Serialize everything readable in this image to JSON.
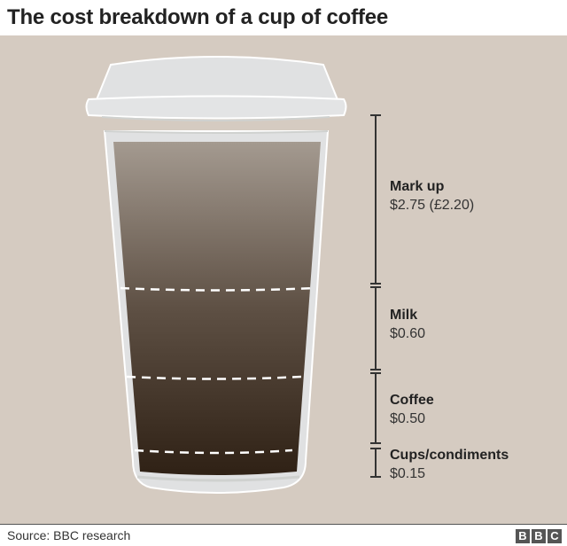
{
  "title": "The cost breakdown of a cup of coffee",
  "footer": {
    "source": "Source: BBC research",
    "logo": [
      "B",
      "B",
      "C"
    ]
  },
  "segments": [
    {
      "name": "Mark up",
      "value": "$2.75 (£2.20)"
    },
    {
      "name": "Milk",
      "value": "$0.60"
    },
    {
      "name": "Coffee",
      "value": "$0.50"
    },
    {
      "name": "Cups/condiments",
      "value": "$0.15"
    }
  ],
  "colors": {
    "background": "#d5cbc1",
    "lid": "#e0e1e2",
    "coffee_top": "#a49a90",
    "coffee_bottom": "#2f2115",
    "bracket": "#333333"
  },
  "chart_data": {
    "type": "bar",
    "title": "The cost breakdown of a cup of coffee",
    "stacked": true,
    "categories": [
      "Mark up",
      "Milk",
      "Coffee",
      "Cups/condiments"
    ],
    "values": [
      2.75,
      0.6,
      0.5,
      0.15
    ],
    "units": "USD",
    "annotations": [
      "Mark up $2.75 (£2.20)",
      "Milk $0.60",
      "Coffee $0.50",
      "Cups/condiments $0.15"
    ],
    "source": "Source: BBC research"
  }
}
